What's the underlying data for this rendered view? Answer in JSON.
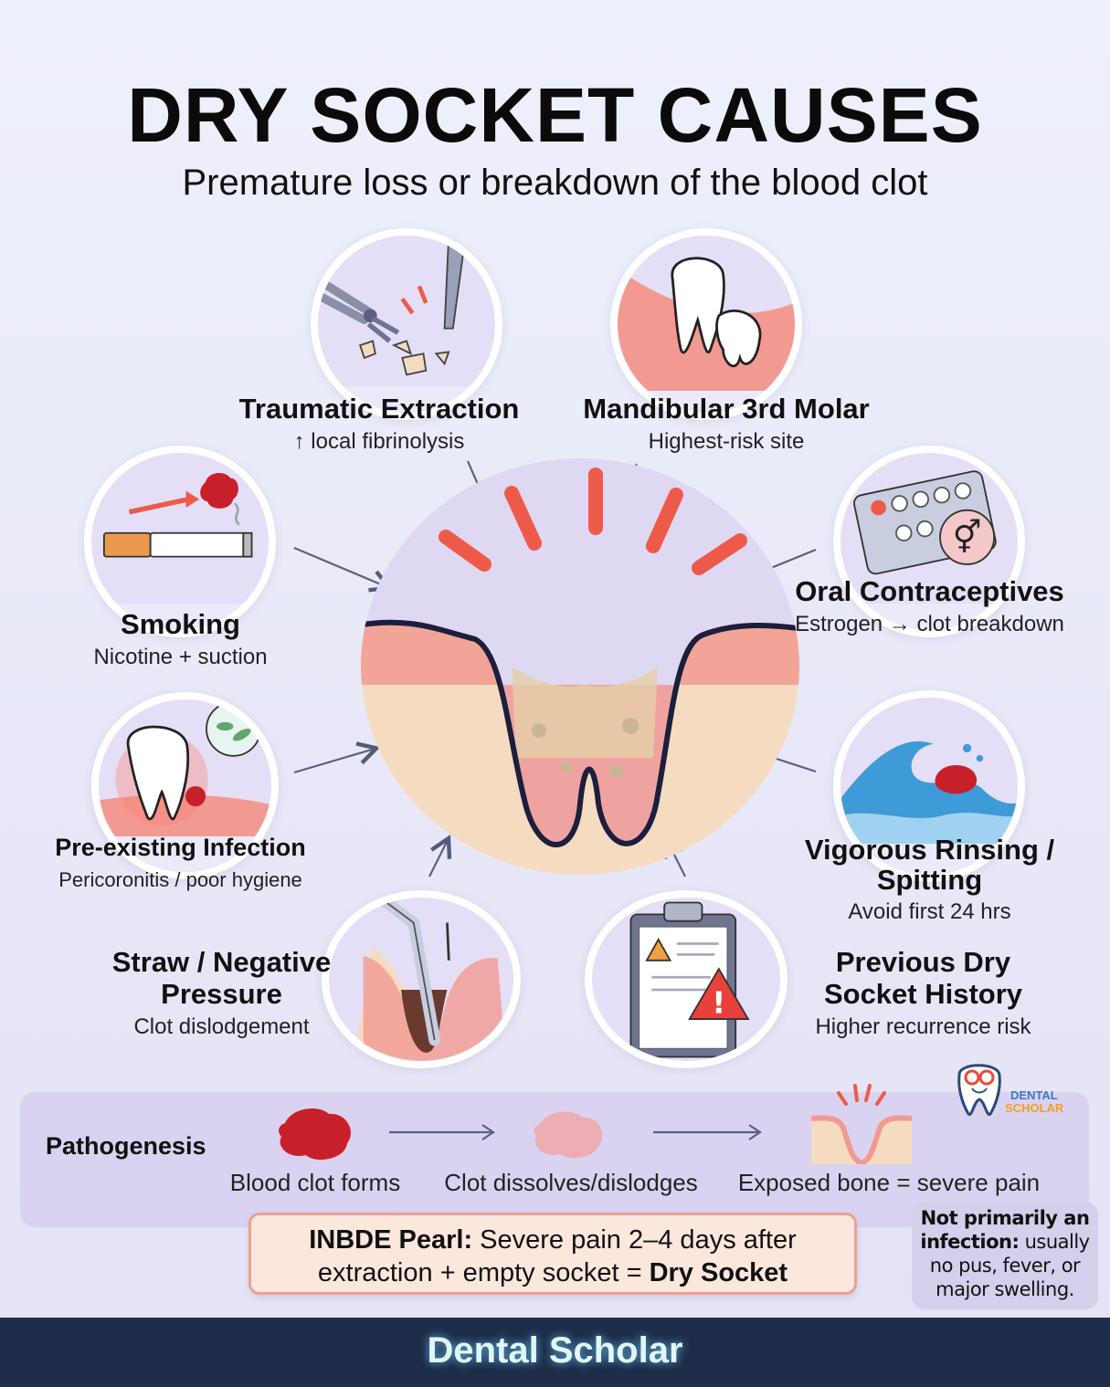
{
  "header": {
    "title": "DRY SOCKET CAUSES",
    "subtitle": "Premature loss or breakdown of the blood clot"
  },
  "causes": [
    {
      "name": "traumatic-extraction",
      "title": "Traumatic Extraction",
      "detail": "↑ local fibrinolysis",
      "icon": "forceps-and-elevator-icon"
    },
    {
      "name": "mandibular-3rd-molar",
      "title": "Mandibular 3rd Molar",
      "detail": "Highest-risk site",
      "icon": "impacted-molar-icon"
    },
    {
      "name": "smoking",
      "title": "Smoking",
      "detail": "Nicotine + suction",
      "icon": "cigarette-icon"
    },
    {
      "name": "oral-contraceptives",
      "title": "Oral Contraceptives",
      "detail": "Estrogen → clot breakdown",
      "icon": "pill-pack-icon"
    },
    {
      "name": "pre-existing-infection",
      "title": "Pre-existing Infection",
      "detail": "Pericoronitis / poor hygiene",
      "icon": "infected-tooth-icon"
    },
    {
      "name": "vigorous-rinsing",
      "title": "Vigorous Rinsing / Spitting",
      "detail": "Avoid first 24 hrs",
      "icon": "wave-icon"
    },
    {
      "name": "straw-negative-pressure",
      "title": "Straw / Negative Pressure",
      "detail": "Clot dislodgement",
      "icon": "straw-icon"
    },
    {
      "name": "previous-dry-socket",
      "title": "Previous Dry Socket History",
      "detail": "Higher recurrence risk",
      "icon": "clipboard-warning-icon"
    }
  ],
  "pathogenesis": {
    "title": "Pathogenesis",
    "steps": [
      "Blood clot forms",
      "Clot dissolves/dislodges",
      "Exposed bone = severe pain"
    ]
  },
  "pearl": {
    "label": "INBDE Pearl:",
    "text": " Severe pain 2–4 days after extraction + empty socket = ",
    "highlight": "Dry Socket"
  },
  "note": {
    "bold": "Not primarily an infection:",
    "text": " usually no pus, fever, or major swelling."
  },
  "logo": {
    "line1": "DENTAL",
    "line2": "SCHOLAR"
  },
  "footer": {
    "brand": "Dental Scholar"
  },
  "colors": {
    "accent_red": "#ee5a4a",
    "gum": "#f29a92",
    "bone": "#f5dcc0",
    "footer": "#1d2d4a"
  }
}
